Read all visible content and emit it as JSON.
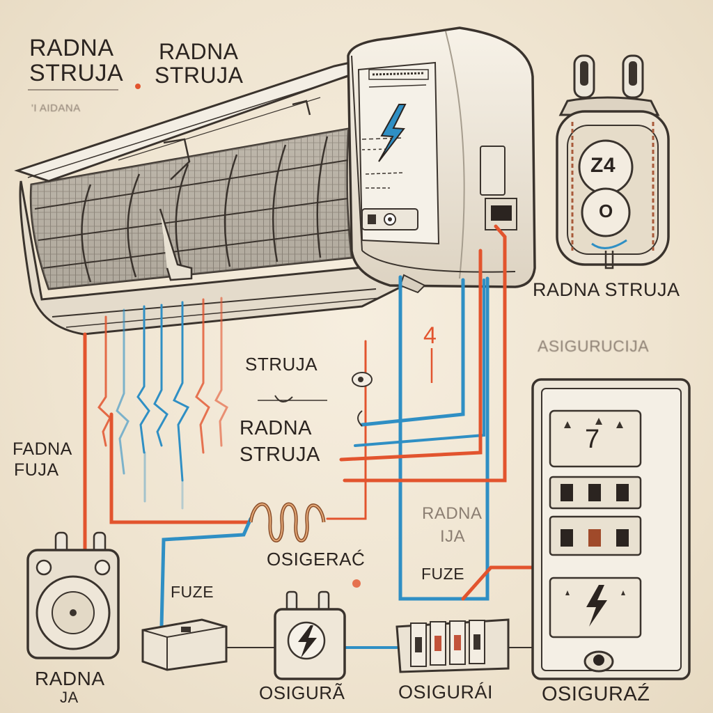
{
  "labels": {
    "top_left_1": "RADNA",
    "top_left_2": "STRUJA",
    "top_left_sub": "'I AIDANA",
    "top_mid_1": "RADNA",
    "top_mid_2": "STRUJA",
    "right_mid": "RADNA STRUJA",
    "right_faint": "ASIGURUCIJA",
    "center_struja": "STRUJA",
    "center_radna_1": "RADNA",
    "center_radna_2": "STRUJA",
    "left_fadna_1": "FADNA",
    "left_fadna_2": "FUJA",
    "radna_faint_1": "RADNA",
    "radna_faint_2": "IJA",
    "osigurac_center": "OSIGERAĆ",
    "fuze_left": "FUZE",
    "fuze_right": "FUZE",
    "bottom_left_1": "RADNA",
    "bottom_left_2": "JA",
    "bottom_osig_1": "OSIGURÃ",
    "bottom_osig_2": "OSIGURÁI",
    "bottom_osig_3": "OSIGURAŹ",
    "plug_number": "Z4",
    "plug_zero": "O",
    "red_number": "4",
    "panel_number": "7"
  },
  "colors": {
    "wire_red": "#e2542e",
    "wire_blue": "#2f8fc4",
    "ink": "#2b2420",
    "unit_body": "#f1ece1"
  },
  "icons": [
    "lightning-bolt-icon",
    "plug-icon",
    "fuse-icon",
    "breaker-panel-icon",
    "outlet-icon",
    "coil-icon"
  ]
}
